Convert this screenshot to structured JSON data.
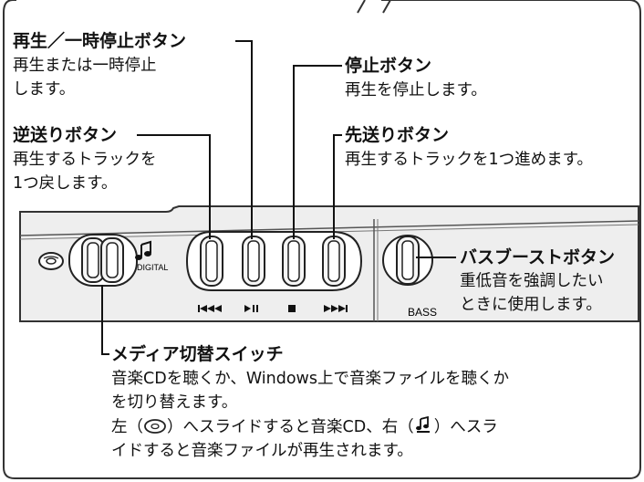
{
  "play_pause": {
    "title": "再生／一時停止ボタン",
    "desc": [
      "再生または一時停止",
      "します。"
    ]
  },
  "stop": {
    "title": "停止ボタン",
    "desc": [
      "再生を停止します。"
    ]
  },
  "rewind": {
    "title": "逆送りボタン",
    "desc": [
      "再生するトラックを",
      "1つ戻します。"
    ]
  },
  "forward": {
    "title": "先送りボタン",
    "desc": [
      "再生するトラックを1つ進めます。"
    ]
  },
  "bass": {
    "title": "バスブーストボタン",
    "desc": [
      "重低音を強調したい",
      "ときに使用します。"
    ]
  },
  "media_switch": {
    "title": "メディア切替スイッチ",
    "desc": [
      "音楽CDを聴くか、Windows上で音楽ファイルを聴くか",
      "を切り替えます。"
    ],
    "desc2_pre": "左（",
    "desc2_mid": "）へスライドすると音楽CD、右（",
    "desc2_post": "）へスラ",
    "desc3": "イドすると音楽ファイルが再生されます。"
  },
  "panel": {
    "digital_label": "DIGITAL",
    "bass_label": "BASS"
  },
  "icons": [
    "cd-icon",
    "music-note-icon",
    "previous-track-icon",
    "play-pause-icon",
    "stop-icon",
    "next-track-icon"
  ]
}
